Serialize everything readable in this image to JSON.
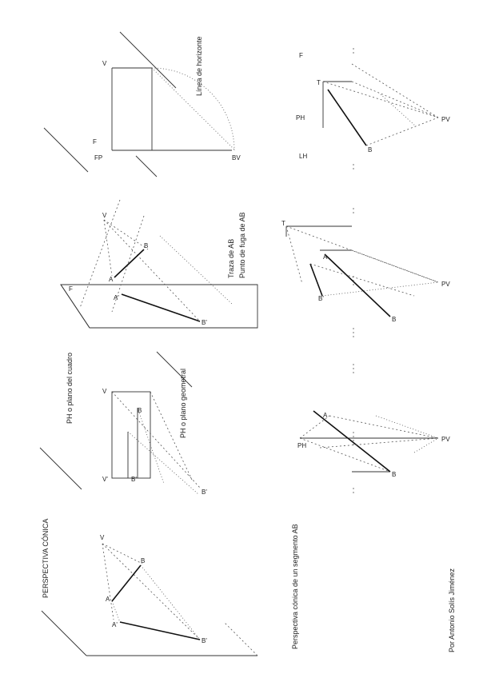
{
  "title": "PERSPECTIVA CÓNICA",
  "caption_section": "Perspectiva cónica de un segmento AB",
  "caption_geometral_plane": "PH o plano del cuadro",
  "caption_picture_plane": "PH o plano geometral",
  "caption_trace": "Traza de AB",
  "caption_vanishing": "Punto de fuga de AB",
  "caption_horizon": "Línea de horizonte",
  "author": "Por Antonio Solís Jiménez",
  "point_labels": {
    "A": "A",
    "B": "B",
    "A1": "A'",
    "B1": "B'",
    "V": "V",
    "V1": "V'",
    "F": "F",
    "FP": "FP",
    "PV": "PV",
    "PH": "PH",
    "T": "T",
    "LH": "LH",
    "BV": "BV"
  }
}
